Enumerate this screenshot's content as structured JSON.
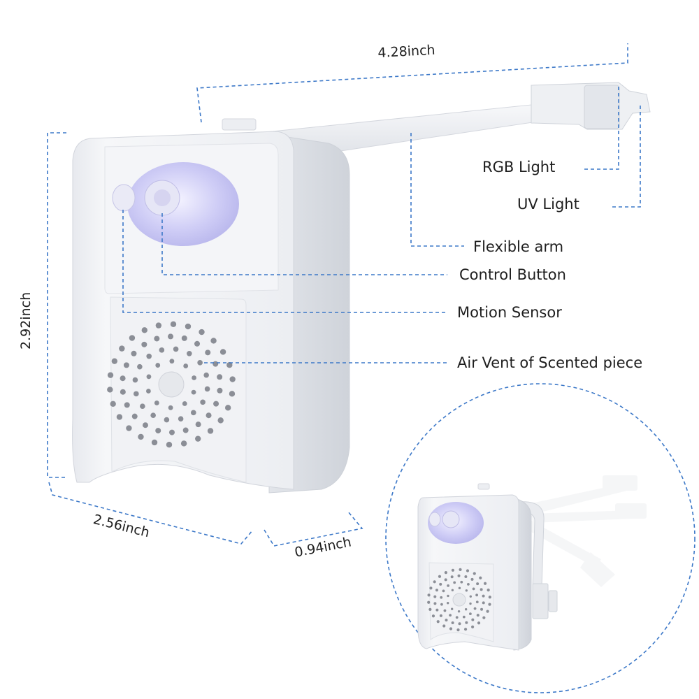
{
  "dimensions": {
    "length": "4.28inch",
    "height": "2.92inch",
    "width": "2.56inch",
    "depth": "0.94inch"
  },
  "callouts": {
    "rgb_light": "RGB Light",
    "uv_light": "UV Light",
    "flexible_arm": "Flexible arm",
    "control_button": "Control Button",
    "motion_sensor": "Motion Sensor",
    "air_vent": "Air Vent of Scented piece"
  },
  "colors": {
    "guide_line": "#3c78c8",
    "device_body": "#f2f3f6",
    "device_shadow": "#d9dce3",
    "lens_glow": "#c9c8f4",
    "vent_hole": "#8b8e96",
    "label_text": "#1e1e1e"
  }
}
